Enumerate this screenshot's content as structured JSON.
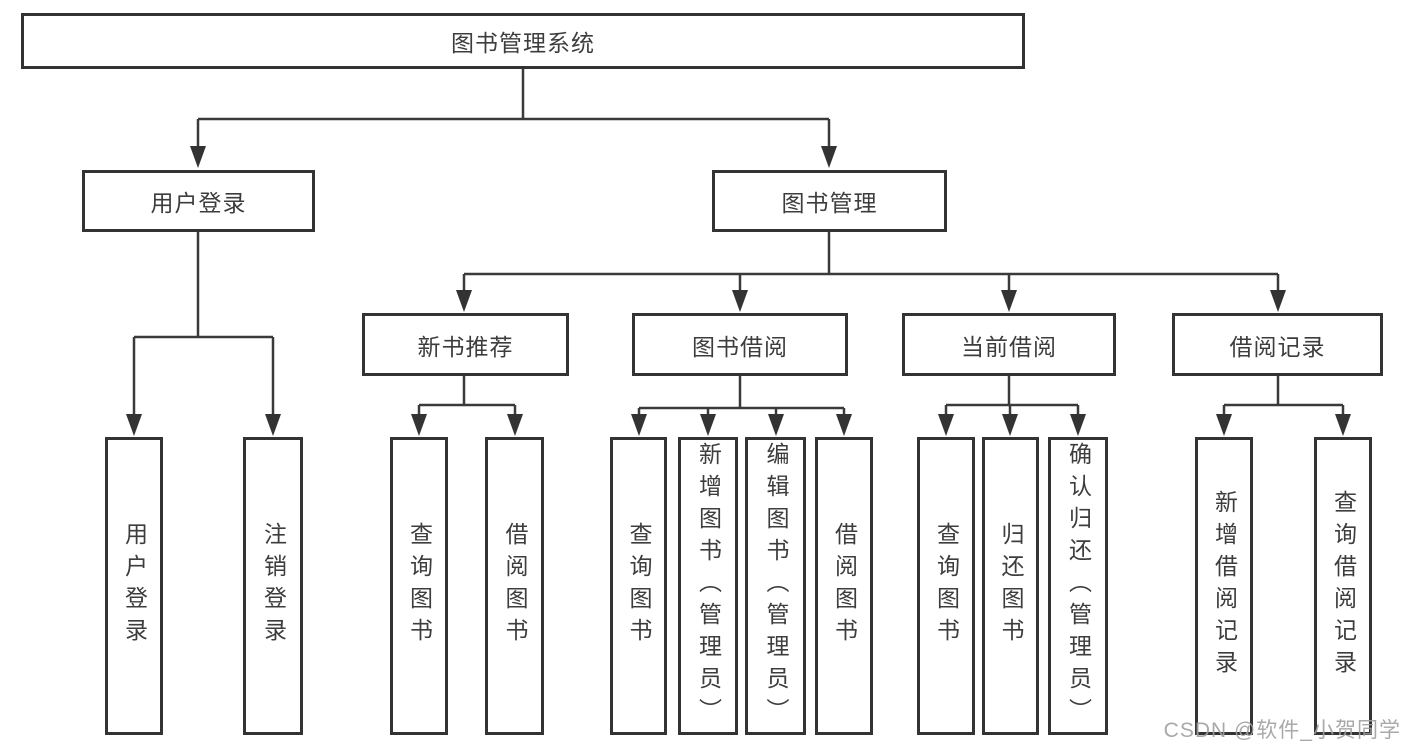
{
  "diagram_type": "hierarchy",
  "colors": {
    "background": "#ffffff",
    "box_border": "#333333",
    "line": "#3a3a3a",
    "text": "#3d3d3d",
    "watermark": "#a0a0a0"
  },
  "watermark": {
    "text": "CSDN @软件_小贺同学"
  },
  "tree": {
    "label": "图书管理系统",
    "children": [
      {
        "label": "用户登录",
        "children": [
          {
            "label": "用户登录"
          },
          {
            "label": "注销登录"
          }
        ]
      },
      {
        "label": "图书管理",
        "children": [
          {
            "label": "新书推荐",
            "children": [
              {
                "label": "查询图书"
              },
              {
                "label": "借阅图书"
              }
            ]
          },
          {
            "label": "图书借阅",
            "children": [
              {
                "label": "查询图书"
              },
              {
                "label": "新增图书（管理员）"
              },
              {
                "label": "编辑图书（管理员）"
              },
              {
                "label": "借阅图书"
              }
            ]
          },
          {
            "label": "当前借阅",
            "children": [
              {
                "label": "查询图书"
              },
              {
                "label": "归还图书"
              },
              {
                "label": "确认归还（管理员）"
              }
            ]
          },
          {
            "label": "借阅记录",
            "children": [
              {
                "label": "新增借阅记录"
              },
              {
                "label": "查询借阅记录"
              }
            ]
          }
        ]
      }
    ]
  }
}
